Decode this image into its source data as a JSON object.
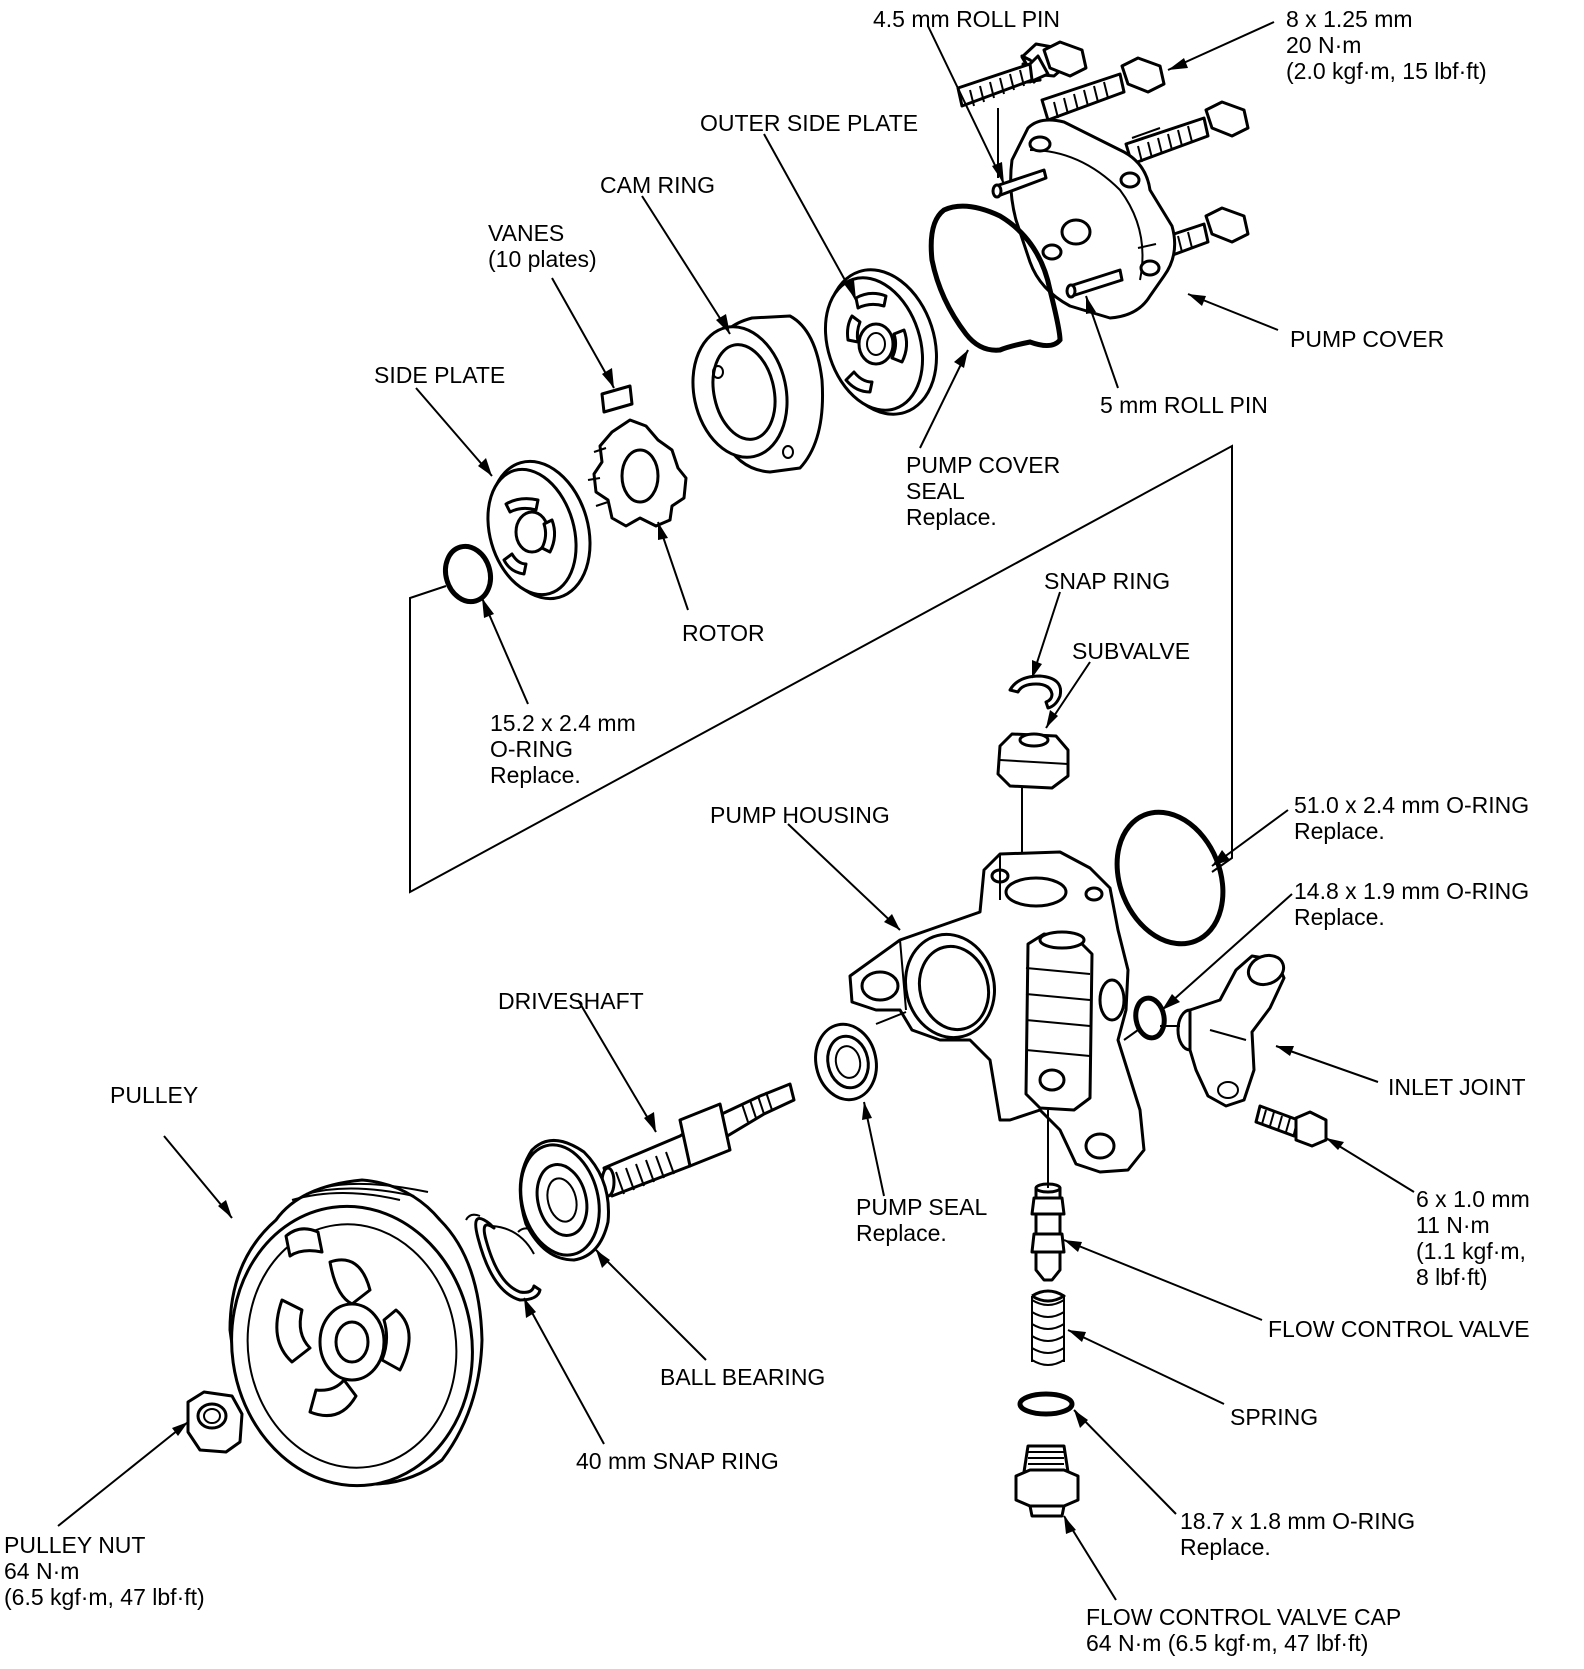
{
  "diagram": {
    "colors": {
      "ink": "#000000",
      "paper": "#ffffff"
    },
    "labels": {
      "roll_pin_45": [
        "4.5 mm ROLL PIN"
      ],
      "bolt_8x125": [
        "8 x 1.25 mm",
        "20 N·m",
        "(2.0 kgf·m, 15 lbf·ft)"
      ],
      "outer_side_plate": [
        "OUTER SIDE PLATE"
      ],
      "cam_ring": [
        "CAM RING"
      ],
      "vanes": [
        "VANES",
        "(10 plates)"
      ],
      "side_plate": [
        "SIDE PLATE"
      ],
      "pump_cover": [
        "PUMP COVER"
      ],
      "roll_pin_5": [
        "5 mm ROLL PIN"
      ],
      "pump_cover_seal": [
        "PUMP COVER",
        "SEAL",
        "Replace."
      ],
      "rotor": [
        "ROTOR"
      ],
      "snap_ring": [
        "SNAP RING"
      ],
      "subvalve": [
        "SUBVALVE"
      ],
      "oring_152": [
        "15.2 x 2.4 mm",
        "O-RING",
        "Replace."
      ],
      "pump_housing": [
        "PUMP HOUSING"
      ],
      "oring_510": [
        "51.0 x 2.4 mm O-RING",
        "Replace."
      ],
      "oring_148": [
        "14.8 x 1.9 mm O-RING",
        "Replace."
      ],
      "driveshaft": [
        "DRIVESHAFT"
      ],
      "pulley": [
        "PULLEY"
      ],
      "inlet_joint": [
        "INLET JOINT"
      ],
      "pump_seal": [
        "PUMP SEAL",
        "Replace."
      ],
      "bolt_6x10": [
        "6 x 1.0 mm",
        "11 N·m",
        "(1.1 kgf·m,",
        "8 lbf·ft)"
      ],
      "flow_control_valve": [
        "FLOW CONTROL VALVE"
      ],
      "ball_bearing": [
        "BALL BEARING"
      ],
      "spring": [
        "SPRING"
      ],
      "snap_ring_40": [
        "40 mm SNAP RING"
      ],
      "oring_187": [
        "18.7 x 1.8 mm O-RING",
        "Replace."
      ],
      "pulley_nut": [
        "PULLEY NUT",
        "64 N·m",
        "(6.5 kgf·m, 47 lbf·ft)"
      ],
      "fcv_cap": [
        "FLOW CONTROL VALVE CAP",
        "64 N·m (6.5 kgf·m, 47 lbf·ft)"
      ]
    }
  }
}
